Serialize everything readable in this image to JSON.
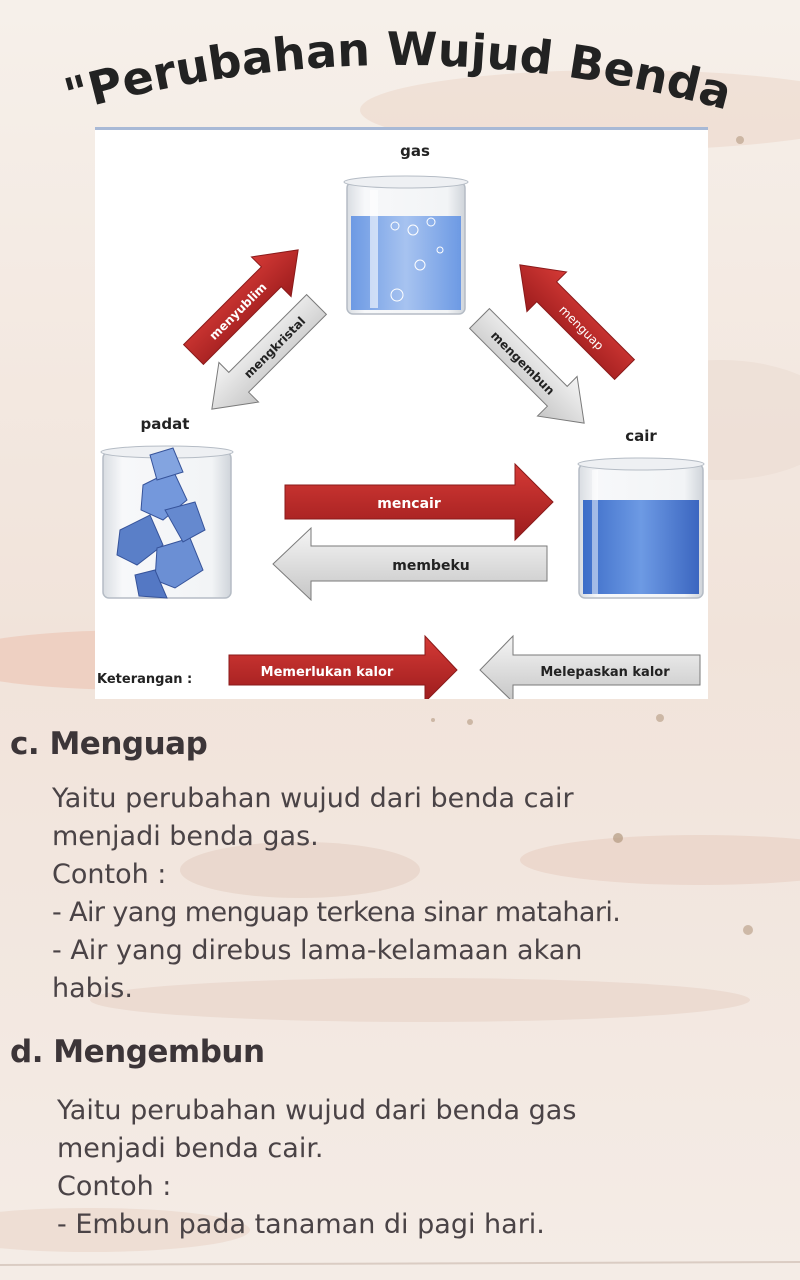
{
  "title": "\"Perubahan Wujud Benda\"",
  "diagram": {
    "states": {
      "gas": "gas",
      "solid": "padat",
      "liquid": "cair"
    },
    "arrows": {
      "sublimate": "menyublim",
      "deposit": "mengkristal",
      "evaporate": "menguap",
      "condense": "mengembun",
      "melt": "mencair",
      "freeze": "membeku"
    },
    "legend": {
      "label": "Keterangan :",
      "requires_heat": "Memerlukan  kalor",
      "releases_heat": "Melepaskan kalor"
    },
    "colors": {
      "absorb": "#c0282a",
      "release": "#d8d8d8",
      "liquid": "#4d7fd6"
    }
  },
  "sections": [
    {
      "heading": "c. Menguap",
      "lines": [
        "Yaitu perubahan wujud dari benda cair",
        "menjadi benda gas.",
        "Contoh :",
        "- Air yang menguap terkena sinar matahari.",
        "- Air yang direbus lama-kelamaan akan",
        "habis."
      ]
    },
    {
      "heading": "d. Mengembun",
      "lines": [
        "Yaitu perubahan wujud dari benda gas",
        "menjadi benda cair.",
        "Contoh :",
        "- Embun pada tanaman di pagi hari."
      ]
    }
  ]
}
